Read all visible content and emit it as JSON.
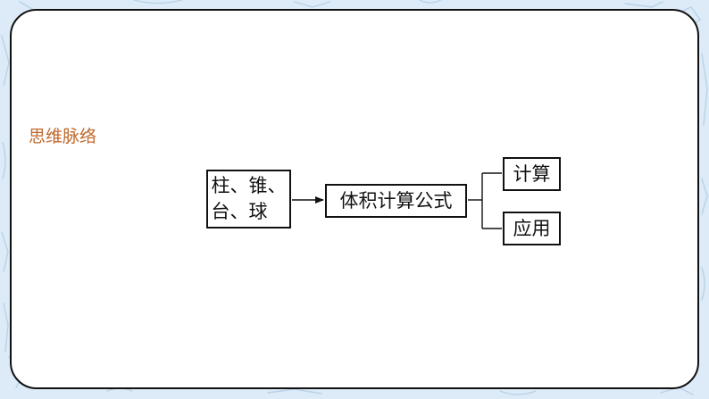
{
  "colors": {
    "background": "#dcebf7",
    "card": "#ffffff",
    "border": "#111111",
    "section_title": "#c0692e",
    "doodle": "#b9d2e8"
  },
  "section_title": "思维脉络",
  "diagram": {
    "source": {
      "line1": "柱、锥、",
      "line2": "台、球"
    },
    "formula": "体积计算公式",
    "branches": [
      "计算",
      "应用"
    ]
  }
}
